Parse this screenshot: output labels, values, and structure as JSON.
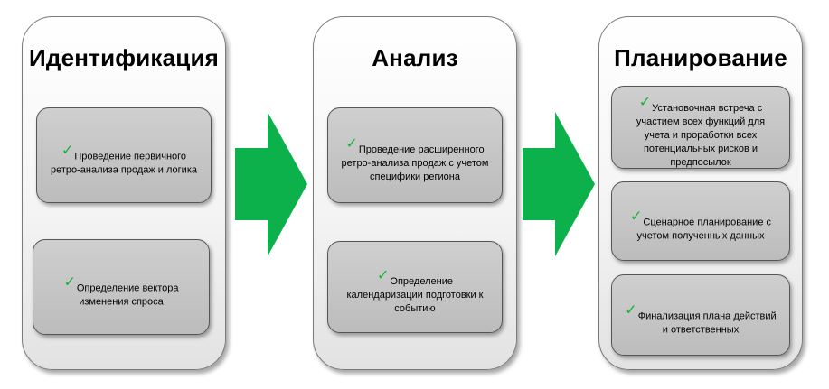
{
  "colors": {
    "arrow": "#0db14b",
    "check": "#18b33a",
    "box_fill": "#c6c6c6",
    "panel_border": "#7a7a7a"
  },
  "icons": {
    "check": "✓",
    "arrow": "right-arrow"
  },
  "stages": [
    {
      "title": "Идентификация",
      "items": [
        "Проведение первичного\nретро-анализа продаж и логика",
        "Определение вектора\nизменения спроса"
      ]
    },
    {
      "title": "Анализ",
      "items": [
        "Проведение расширенного\nретро-анализа продаж с учетом\nспецифики региона",
        "Определение\nкалендаризации подготовки к\nсобытию"
      ]
    },
    {
      "title": "Планирование",
      "items": [
        "Установочная встреча с\nучастием всех функций для\nучета и проработки всех\nпотенциальных рисков и\nпредпосылок",
        "Сценарное планирование с\nучетом полученных данных",
        "Финализация плана действий\nи ответственных"
      ]
    }
  ]
}
